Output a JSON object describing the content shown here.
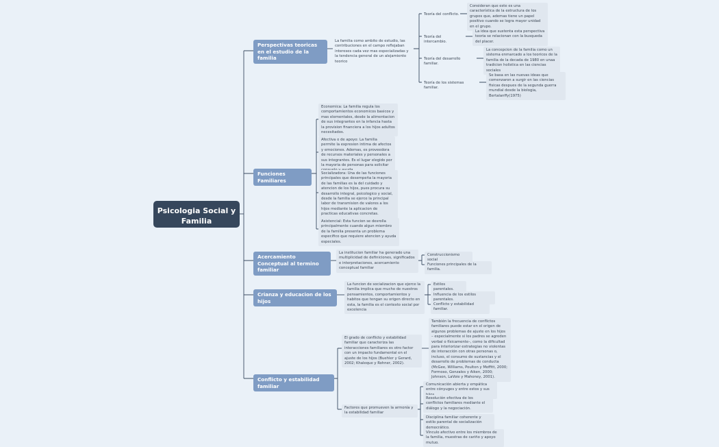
{
  "root": {
    "title": "Psicologia Social y Familia"
  },
  "branches": [
    {
      "label": "Perspectivas teoricas en el estudio de la familia",
      "summary": "La familia como ambito de estudio, las contribuciones en el campo reflejaban intereses cada vez mas especializadas y la tendencia general de un alejamiento teorico",
      "theories": [
        {
          "name": "Teoría del conflicto.",
          "desc": "Consideran que este es una característica de la estructura de los grupos que, ademas tiene un papel positivo cuando se logra mayor unidad en el grupo."
        },
        {
          "name": "Teoría del intercambio.",
          "desc": "La idea que sustenta esta perspectiva teoria se relacionan con la busqueda del placer."
        },
        {
          "name": "Teoría del desarrollo familiar.",
          "desc": "La concepcion de la familia como un sistema enmarcado a los teoricos de la familia de la decada de 1980 en unaa tradicion holistica en las ciencias sociales"
        },
        {
          "name": "Teoría de los sistemas familiar.",
          "desc": "Se basa en las nuevas ideas que comenzaron a surgir en las ciencias fisicas despues de la segunda guerra mundial desde la biologia, Bertalanffy(1975)"
        }
      ]
    },
    {
      "label": "Funciones Familiares",
      "items": [
        "Economica: La familia regula los comportamientos economicos basicos y mas elementales, desde la alimentacion de sus integrantes en la infancia hasta la provision financiera a los hijos adultos necesitados.",
        "Afectiva o de apoyo: La familia permite la expresion intima de afectos y emociones. Ademas, es proveedora de recursos materiales y personales a sus integrantes. Es el lugar elegido por la mayoria de personas para solicitar consuelo y ayuda.",
        "Socializadora: Una de las funciones principales que desempeña la mayoria de las familias es la del cuidado y atencion de los hijos, pues procura su desarrollo integral, psicologico y social, desde la familia se ejerce la principal labor de transmision de valores a los hijos mediante la aplicacion de practicas educativas concretas.",
        "Asistencial: Esta funcion se desrolla principalmente cuando algun miembro de la familia presenta un problema especifico que requiere atencion y ayuda especiales."
      ]
    },
    {
      "label": "Acercamiento Conceptual al termino familiar",
      "summary": "La institucion familiar ha generado una multiplicidad de definiciones, significados e interpretaciones, acercamiento conceptual familiar",
      "items": [
        "Construccionismo social",
        "Funciones principales de la familia."
      ]
    },
    {
      "label": "Crianza y educacion de los hijos",
      "summary": "La funcion de socializacion que ejerce la familia implica que mucho de nuestros pensamientos, comportamientos y habitos que tengan su origen directo en esta, la familia es el contexto social por excelencia",
      "items": [
        "Estilos parentales.",
        "Influencia de los estilos parentales.",
        "Conflicto y estabilidad familiar."
      ]
    },
    {
      "label": "Conflicto y estabilidad familiar",
      "sub1": {
        "text": "El grado de conflicto y estabilidad familiar que caracteriza las interacciones familiares es otro factor con un impacto fundamental en el ajuste de los hijos (Buehler y Gerard, 2002; Khaleque y Rohner, 2002).",
        "child": "También la frecuencia de conflictos familiares puede estar en el origen de algunos problemas de ajuste en los hijos – especialmente si los padres se agreden verbal o físicamente–, como la dificultad para interiorizar estrategias no violentas de interacción con otras personas o, incluso, el consumo de sustancias y el desarrollo de problemas de conducta (McGee, Williams, Poulton y Moffitt, 2000; Formoso, Gonzales y Aiken, 2000; Johnson, LaVoie y Mahoney, 2001)."
      },
      "sub2": {
        "text": "Factores que promueven la armonía y la estabilidad familiar",
        "items": [
          "Comunicación abierta y empática entre cónyuges y entre estos y sus hijos.",
          "Resolución efectiva de los conflictos familiares mediante el diálogo y la negociación.",
          "Disciplina familiar coherente y estilo parental de socialización democrático.",
          "Vínculo afectivo entre los miembros de la familia, muestras de cariño y apoyo mutuo."
        ]
      }
    }
  ]
}
